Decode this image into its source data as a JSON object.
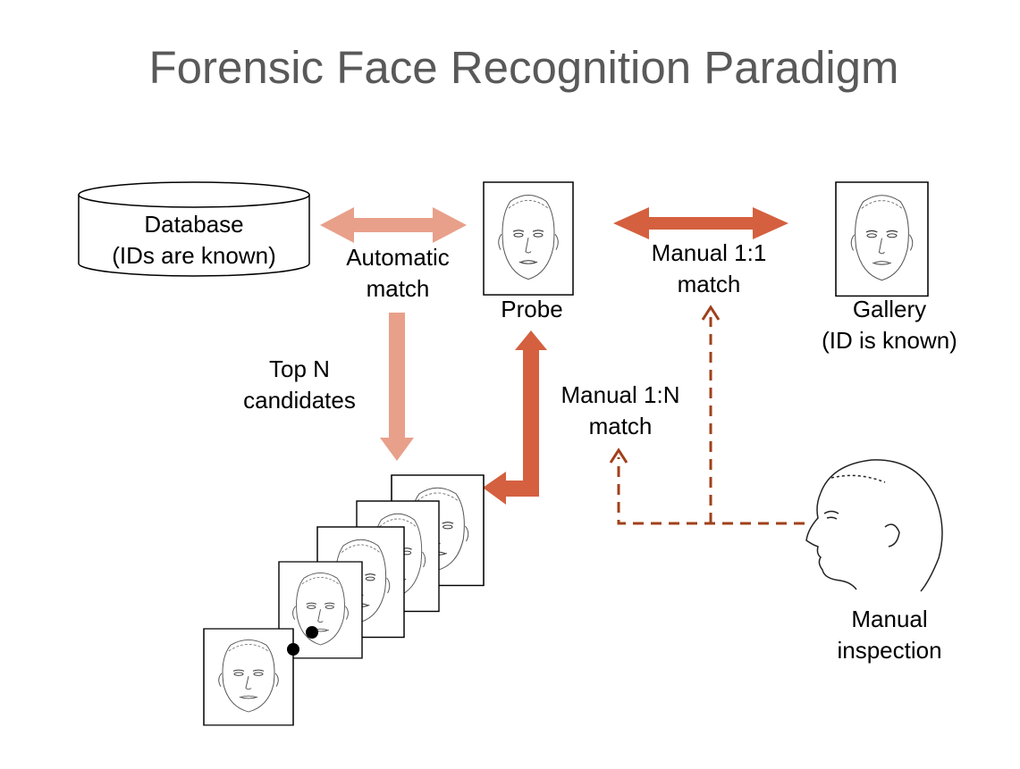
{
  "title": "Forensic Face Recognition Paradigm",
  "labels": {
    "database": "Database",
    "database_note": "(IDs are known)",
    "automatic_1": "Automatic",
    "automatic_2": "match",
    "probe": "Probe",
    "manual11_1": "Manual 1:1",
    "manual11_2": "match",
    "gallery": "Gallery",
    "gallery_note": "(ID is known)",
    "topn_1": "Top N",
    "topn_2": "candidates",
    "manual1n_1": "Manual 1:N",
    "manual1n_2": "match",
    "inspection_1": "Manual",
    "inspection_2": "inspection"
  },
  "colors": {
    "light_arrow": "#e8a08a",
    "dark_arrow": "#d4603f",
    "dashed_arrow": "#a0401a",
    "title": "#595959"
  },
  "icons": {
    "database": "database-cylinder-icon",
    "probe": "face-sketch-icon",
    "gallery": "face-sketch-icon",
    "candidates": "face-sketch-stack-icon",
    "inspector": "head-profile-icon"
  }
}
